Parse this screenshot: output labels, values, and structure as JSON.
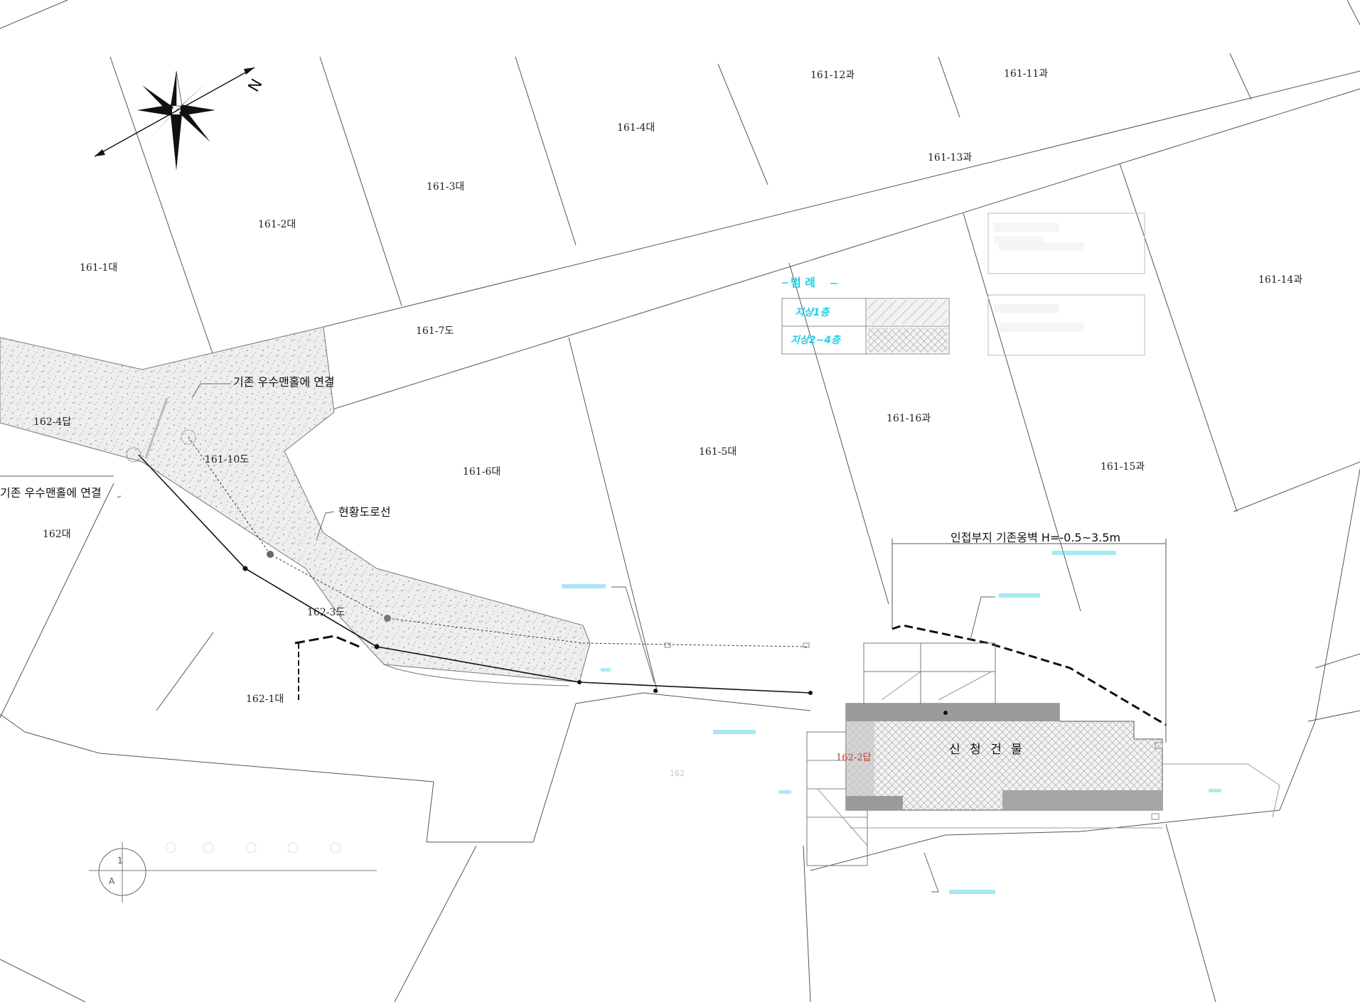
{
  "compass": {
    "north_label": "N",
    "icon": "compass-rose-icon"
  },
  "lots": [
    {
      "id": "161-12과"
    },
    {
      "id": "161-11과"
    },
    {
      "id": "161-4대"
    },
    {
      "id": "161-13과"
    },
    {
      "id": "161-3대"
    },
    {
      "id": "161-2대"
    },
    {
      "id": "161-1대"
    },
    {
      "id": "161-14과"
    },
    {
      "id": "161-7도"
    },
    {
      "id": "162-4답"
    },
    {
      "id": "161-10도"
    },
    {
      "id": "161-16과"
    },
    {
      "id": "161-5대"
    },
    {
      "id": "161-6대"
    },
    {
      "id": "161-15과"
    },
    {
      "id": "162대"
    },
    {
      "id": "162-3도"
    },
    {
      "id": "162-1대"
    },
    {
      "id": "162-2답"
    },
    {
      "id": "162"
    }
  ],
  "notes": {
    "connect_manhole_1": "기존 우수맨홀에 연결",
    "connect_manhole_2": "기존 우수맨홀에 연결",
    "road_line": "현황도로선",
    "retaining_wall": "인접부지 기존옹벽 H=-0.5~3.5m",
    "new_building": "신 청 건 물"
  },
  "legend": {
    "title": "범 례",
    "items": [
      {
        "label": "지상1층"
      },
      {
        "label": "지상2~4층"
      }
    ]
  },
  "section_marker": {
    "top": "1",
    "bottom": "A"
  },
  "colors": {
    "line": "#555555",
    "pipe": "#111111",
    "cyan": "#22d0e8",
    "building_dark": "#9a9a9a",
    "red": "#c0392b"
  }
}
